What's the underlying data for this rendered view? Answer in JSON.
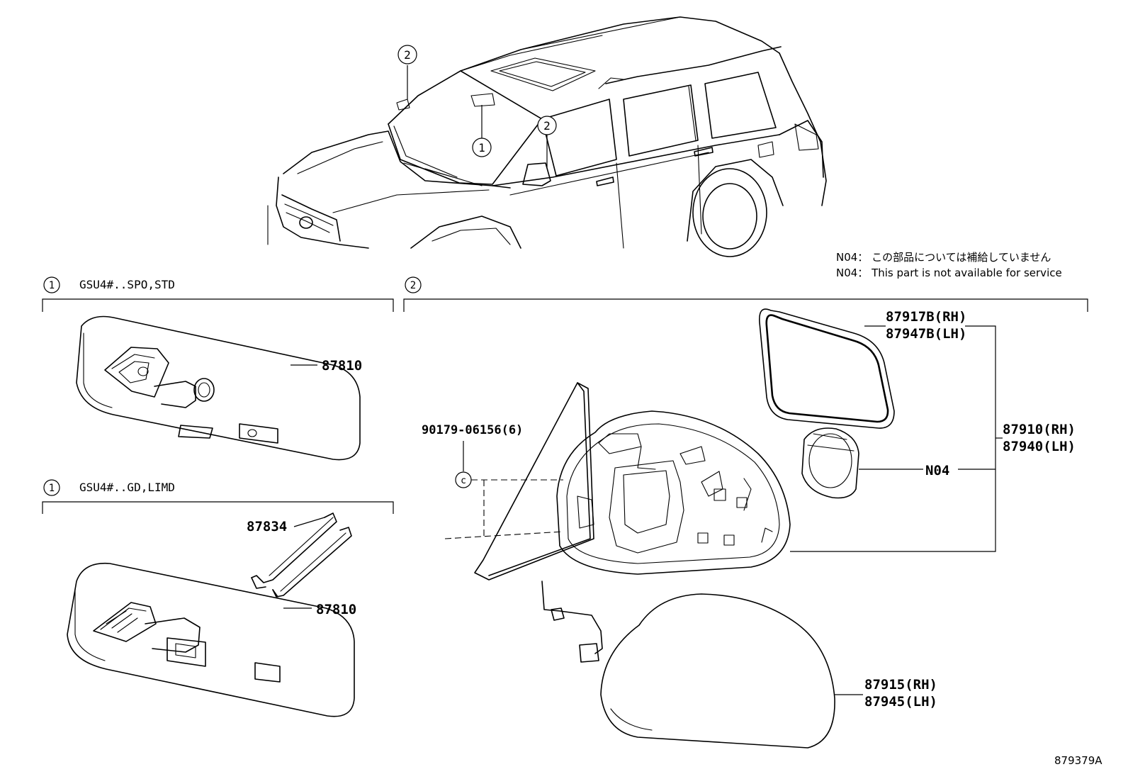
{
  "notes": {
    "line_jp": "N04： この部品については補給していません",
    "line_en": "N04： This part is not available for service"
  },
  "sections": [
    {
      "marker": "1",
      "code": "GSU4#..SPO,STD"
    },
    {
      "marker": "1",
      "code": "GSU4#..GD,LIMD"
    },
    {
      "marker": "2",
      "code": ""
    }
  ],
  "car_callouts": [
    "2",
    "1",
    "2"
  ],
  "parts": {
    "mirror_std": "87810",
    "mirror_limd": "87810",
    "bracket": "87834",
    "bolt": "90179-06156(6)",
    "bolt_circle": "c",
    "glass_rh": "87917B(RH)",
    "glass_lh": "87947B(LH)",
    "outer_rh": "87910(RH)",
    "outer_lh": "87940(LH)",
    "motor": "N04",
    "cover_rh": "87915(RH)",
    "cover_lh": "87945(LH)"
  },
  "illustration_id": "879379A"
}
